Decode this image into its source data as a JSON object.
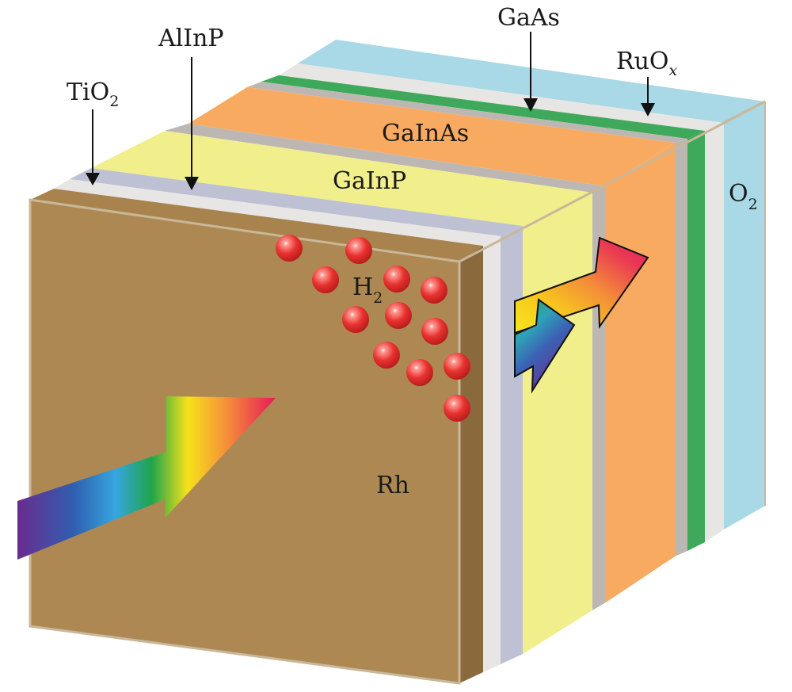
{
  "labels": {
    "tio2": {
      "base": "TiO",
      "sub": "2"
    },
    "alinp": "AlInP",
    "gaas": "GaAs",
    "ruox": {
      "base": "RuO",
      "sub": "x"
    },
    "gainas": "GaInAs",
    "gainp": "GaInP",
    "o2": {
      "base": "O",
      "sub": "2"
    },
    "h2": {
      "base": "H",
      "sub": "2"
    },
    "rh": "Rh"
  },
  "colors": {
    "rh": "#ad8852",
    "tio2": "#e8e6e4",
    "alinp": "#bec1d4",
    "gainp": "#f1ee8c",
    "gainas": "#f8aa60",
    "gaas_gray": "#bdb7b3",
    "gaas_green": "#3fa95b",
    "ruox": "#e8e6e4",
    "o2": "#a9d8e6",
    "bubble": "#e63634"
  }
}
